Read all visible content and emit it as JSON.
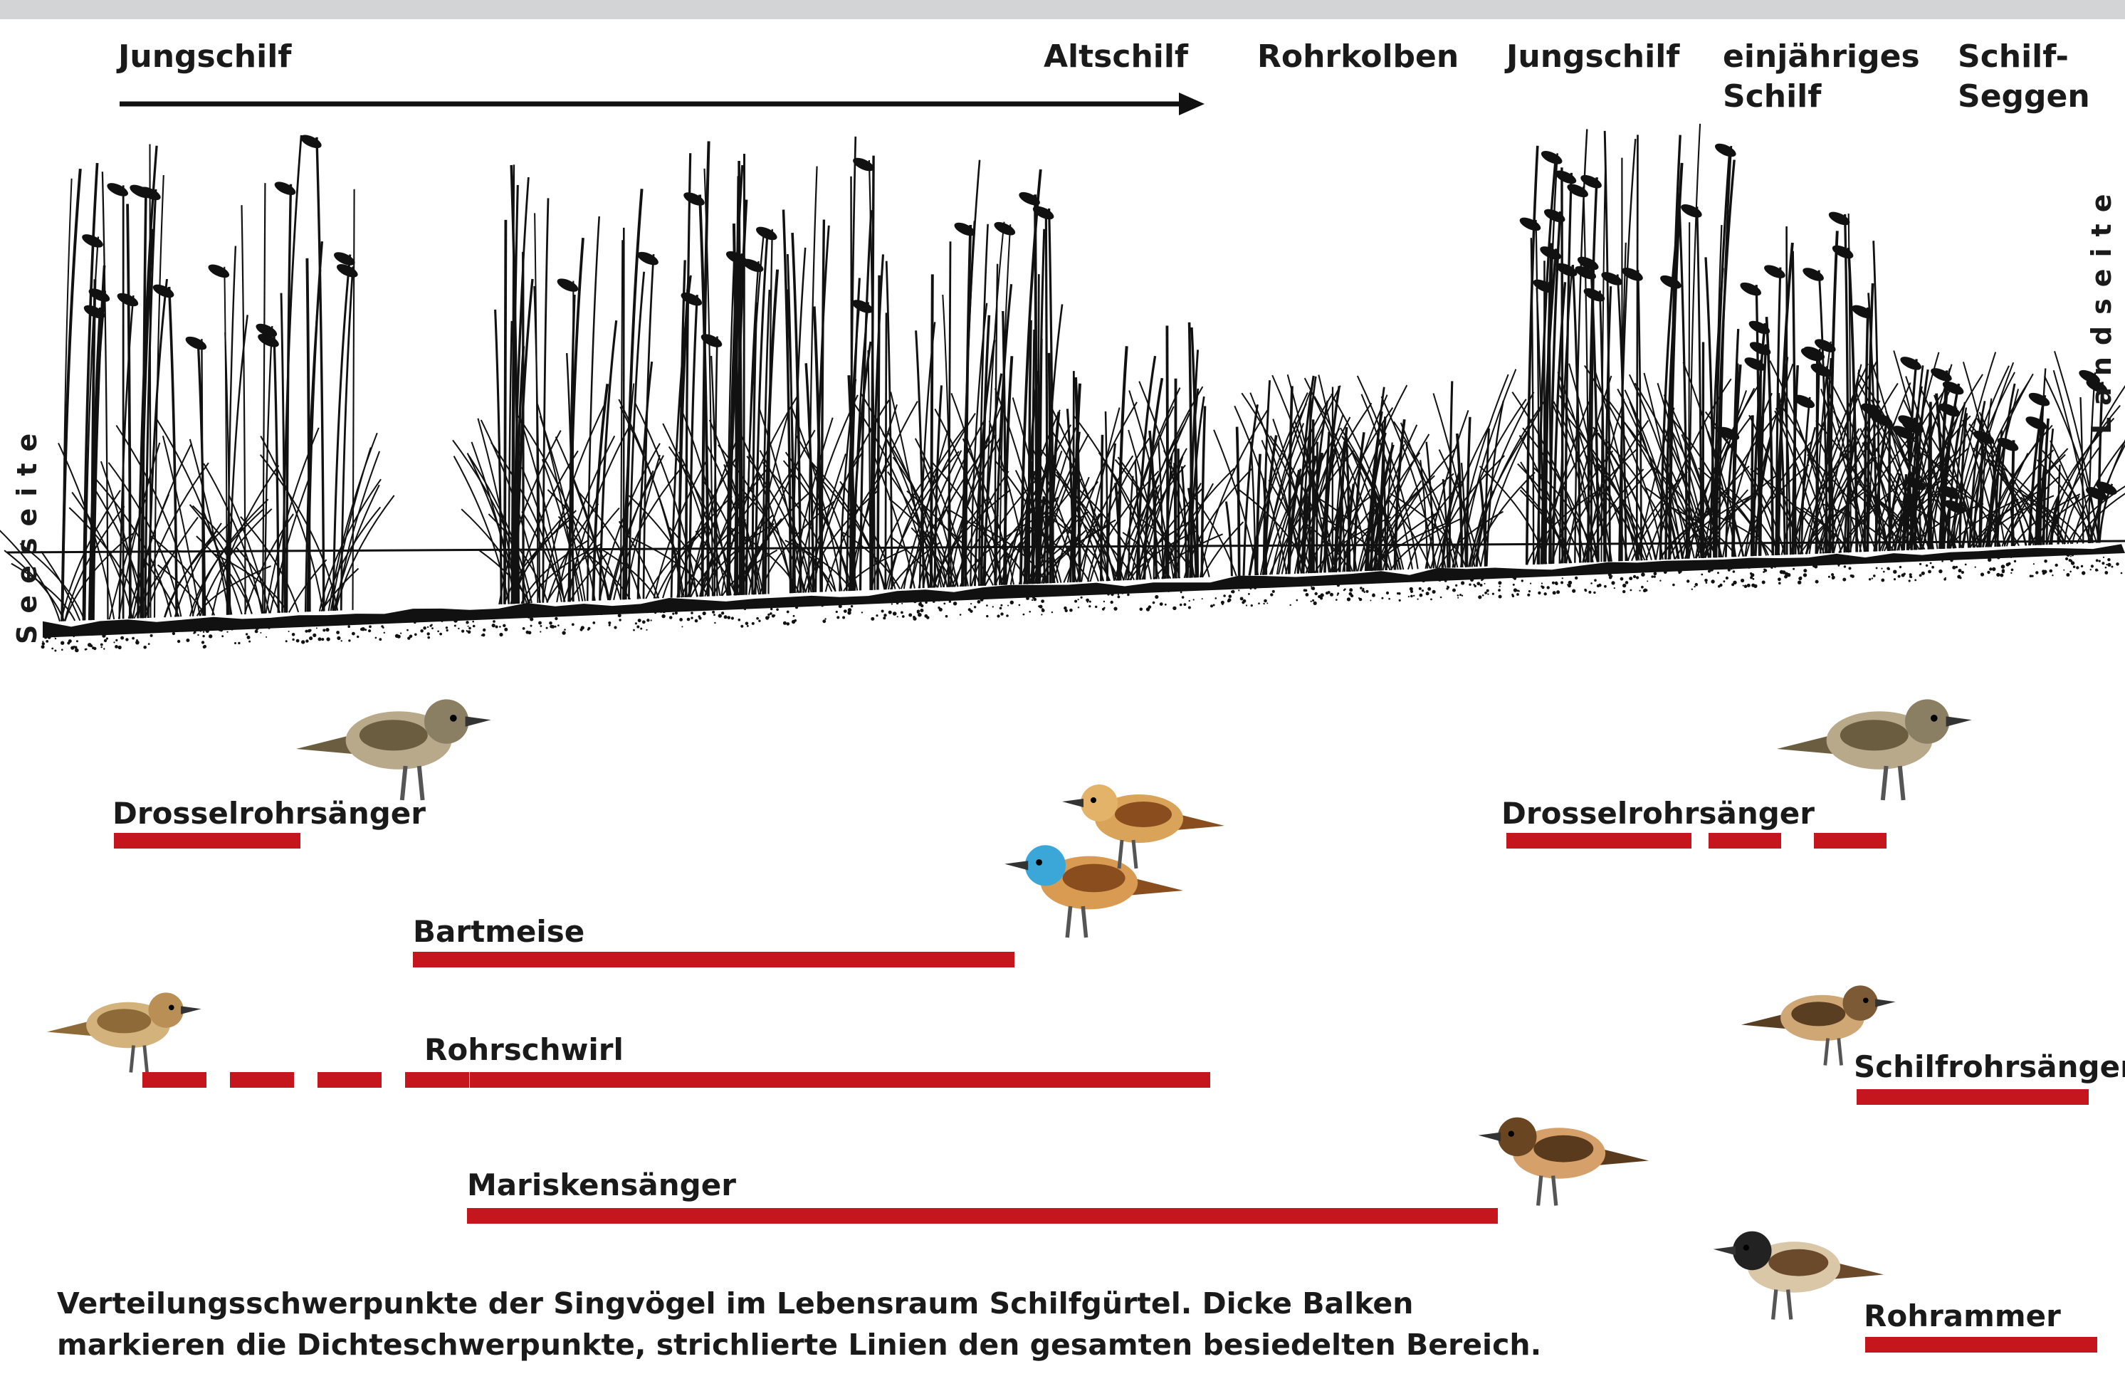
{
  "zones": [
    {
      "id": "jungschilf-1",
      "label": "Jungschilf"
    },
    {
      "id": "altschilf",
      "label": "Altschilf"
    },
    {
      "id": "rohrkolben",
      "label": "Rohrkolben"
    },
    {
      "id": "jungschilf-2",
      "label": "Jungschilf"
    },
    {
      "id": "einjaehriges-schilf",
      "label": "einjähriges\nSchilf"
    },
    {
      "id": "schilf-seggen",
      "label": "Schilf-\nSeggen"
    }
  ],
  "side_labels": {
    "left": "Seeseite",
    "right": "Landseite"
  },
  "species": [
    {
      "id": "drosselrohrsaenger-left",
      "label": "Drosselrohrsänger"
    },
    {
      "id": "drosselrohrsaenger-right",
      "label": "Drosselrohrsänger"
    },
    {
      "id": "bartmeise",
      "label": "Bartmeise"
    },
    {
      "id": "rohrschwirl",
      "label": "Rohrschwirl"
    },
    {
      "id": "mariskensaenger",
      "label": "Mariskensänger"
    },
    {
      "id": "schilfrohrsaenger",
      "label": "Schilfrohrsänger"
    },
    {
      "id": "rohrammer",
      "label": "Rohrammer"
    }
  ],
  "caption": "Verteilungsschwerpunkte der Singvögel im Lebensraum Schilfgürtel. Dicke Balken markieren die Dichteschwerpunkte, strichlierte Linien den gesamten besiedelten Bereich.",
  "colors": {
    "bar": "#c4161c",
    "ink": "#111111",
    "strip": "#d3d4d6"
  }
}
